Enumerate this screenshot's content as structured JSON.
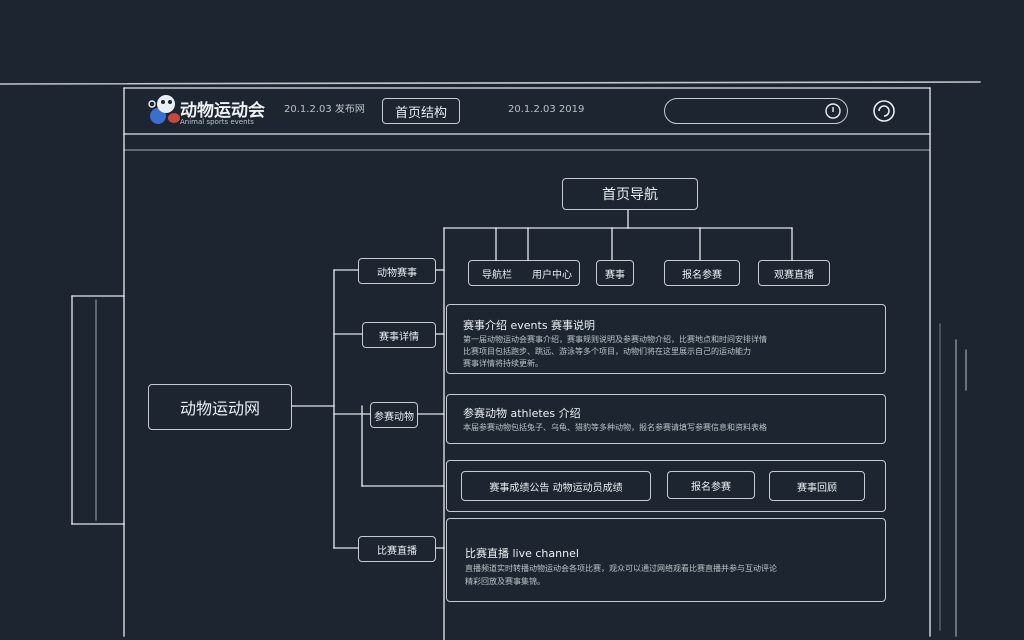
{
  "colors": {
    "background": "#1c2530",
    "chalk": "#e9eef2",
    "logo_blue": "#3a6fd0",
    "logo_red": "#c8483e"
  },
  "header": {
    "logo_title": "动物运动会",
    "logo_subtitle": "Animal sports events",
    "meta_left": "20.1.2.03 发布网",
    "nav_button": "首页结构",
    "meta_right": "20.1.2.03 2019",
    "search_placeholder": "",
    "icons": [
      "search-icon",
      "refresh-icon"
    ]
  },
  "sitemap": {
    "root": "动物运动网",
    "top_node": "首页导航",
    "top_children": [
      "导航栏",
      "用户中心",
      "赛事",
      "报名参赛",
      "观赛直播"
    ],
    "branches": [
      {
        "label": "动物赛事"
      },
      {
        "label": "赛事详情",
        "title": "赛事介绍 events 赛事说明",
        "lines": [
          "第一届动物运动会赛事介绍，赛事规则说明及参赛动物介绍，比赛地点和时间安排详情",
          "比赛项目包括跑步、跳远、游泳等多个项目，动物们将在这里展示自己的运动能力",
          "赛事详情将持续更新。"
        ]
      },
      {
        "label": "参赛动物",
        "title": "参赛动物 athletes 介绍",
        "lines": [
          "本届参赛动物包括兔子、乌龟、猎豹等多种动物，报名参赛请填写参赛信息和资料表格"
        ]
      },
      {
        "label": "",
        "sub_buttons": [
          "赛事成绩公告 动物运动员成绩",
          "报名参赛",
          "赛事回顾"
        ]
      },
      {
        "label": "比赛直播",
        "title": "比赛直播 live channel",
        "lines": [
          "直播频道实时转播动物运动会各项比赛，观众可以通过网络观看比赛直播并参与互动评论",
          "精彩回放及赛事集锦。"
        ]
      }
    ]
  }
}
